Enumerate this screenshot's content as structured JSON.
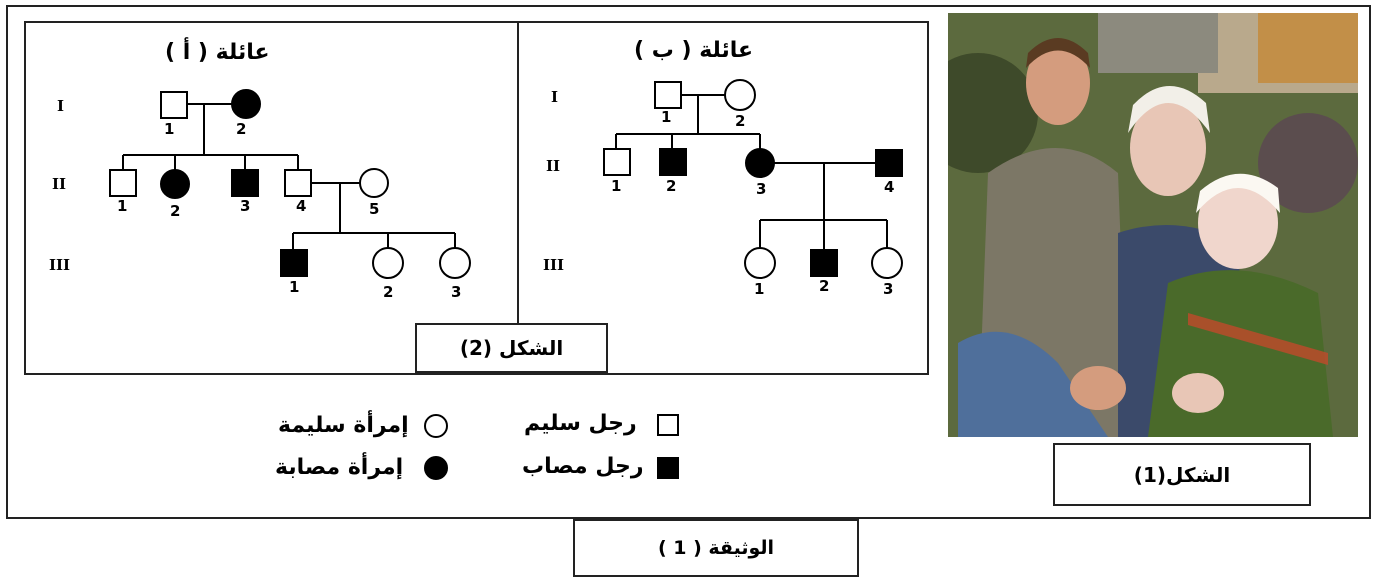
{
  "figure1": {
    "caption": "الشكل(1)",
    "photo_description_icon": "photo-family-albinism"
  },
  "figure2": {
    "caption": "الشكل (2)",
    "family_a": {
      "title": "عائلة ( أ )",
      "generations": [
        "I",
        "II",
        "III"
      ],
      "numbers": {
        "I1": "1",
        "I2": "2",
        "II1": "1",
        "II2": "2",
        "II3": "3",
        "II4": "4",
        "II5": "5",
        "III1": "1",
        "III2": "2",
        "III3": "3"
      }
    },
    "family_b": {
      "title": "عائلة ( ب )",
      "generations": [
        "I",
        "II",
        "III"
      ],
      "numbers": {
        "I1": "1",
        "I2": "2",
        "II1": "1",
        "II2": "2",
        "II3": "3",
        "II4": "4",
        "III1": "1",
        "III2": "2",
        "III3": "3"
      }
    }
  },
  "legend": {
    "healthy_man": "رجل سليم",
    "affected_man": "رجل مصاب",
    "healthy_woman": "إمرأة سليمة",
    "affected_woman": "إمرأة مصابة"
  },
  "document_label": "الوثيقة ( 1 )"
}
